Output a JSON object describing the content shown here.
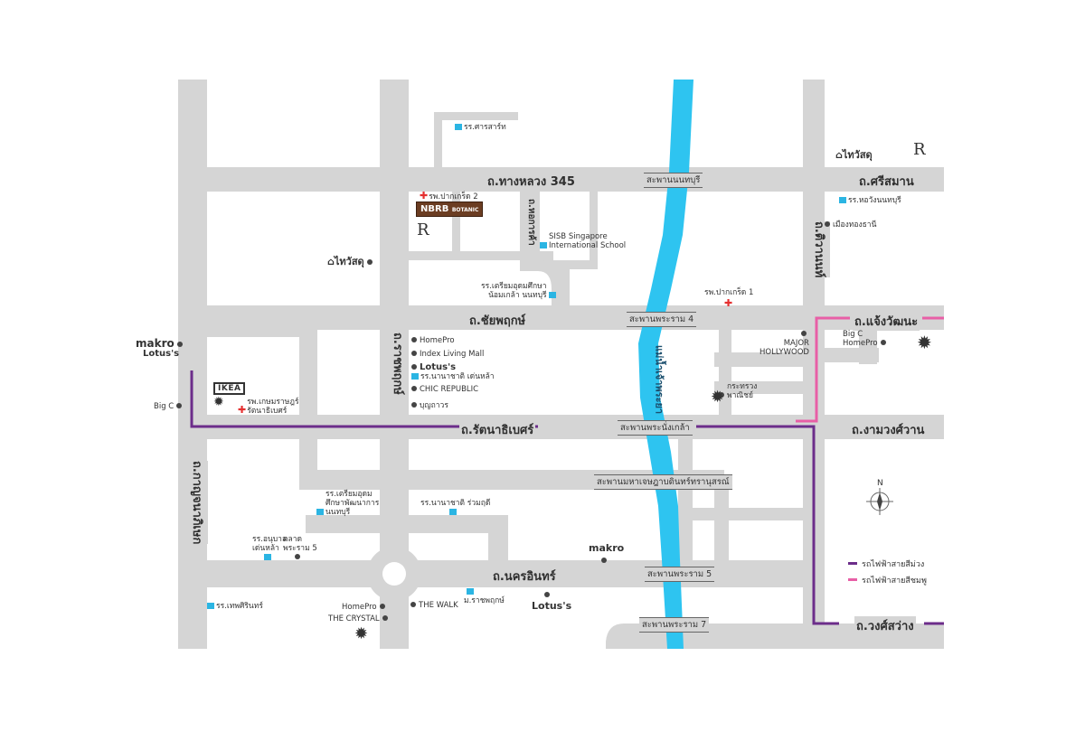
{
  "roads": {
    "highway345": "ถ.ทางหลวง 345",
    "sriman": "ถ.ศรีสมาน",
    "chaiyaphruek": "ถ.ชัยพฤกษ์",
    "chaengwattana": "ถ.แจ้งวัฒนะ",
    "rattanathibet": "ถ.รัตนาธิเบศร์",
    "ngamwongwan": "ถ.งามวงศ์วาน",
    "nakhon_in": "ถ.นครอินทร์",
    "wongsawang": "ถ.วงศ์สว่าง",
    "ratchaphruek": "ถ.ราชพฤกษ์",
    "kanchanaphisek": "ถ.กาญจนาภิเษก",
    "tiwanon": "ถ.ติวานนท์",
    "ho_kan_kha": "ถ.หอการค้า"
  },
  "river": "แม่น้ำเจ้าพระยา",
  "bridges": {
    "nonthaburi": "สะพานนนทบุรี",
    "rama4": "สะพานพระราม 4",
    "phra_nang_klao": "สะพานพระนั่งเกล้า",
    "maha_chesada": "สะพานมหาเจษฎาบดินทร์ทรานุสรณ์",
    "rama5": "สะพานพระราม 5",
    "rama7": "สะพานพระราม 7"
  },
  "places": {
    "sarasas": "รร.ศารสาร์ท",
    "pakkret2": "รพ.ปากเกร็ด 2",
    "nbrb": "NBRB",
    "nbrb_sub": "BOTANIC",
    "sisb": "SISB Singapore\nInternational School",
    "triam": "รร.เตรียมอุดมศึกษา\nน้อมเกล้า นนทบุรี",
    "thaiwatsadu": "ไทวัสดุ",
    "pakkret1": "รพ.ปากเกร็ด 1",
    "homepro1": "HomePro",
    "index": "Index Living Mall",
    "lotus1": "Lotus's",
    "nanachat": "รร.นานาชาติ เด่นหล้า",
    "chic": "CHIC REPUBLIC",
    "bunthavorn": "บุญถาวร",
    "makro1": "makro",
    "lotus2": "Lotus's",
    "bigc1": "Big C",
    "ikea": "IKEA",
    "kasemrad": "รพ.เกษมราษฎร์\nรัตนาธิเบศร์",
    "major": "MAJOR\nHOLLYWOOD",
    "bigc_homepro": "Big C\nHomePro",
    "ministry": "กระทรวง\nพาณิชย์",
    "horwang": "รร.หอวังนนทบุรี",
    "muangthong": "เมืองทองธานี",
    "triam2": "รร.เตรียมอุดม\nศึกษาพัฒนาการ\nนนทบุรี",
    "nanachat2": "รร.นานาชาติ ร่วมฤดี",
    "anuban": "รร.อนุบาล\nเด่นหล้า",
    "talad": "ตลาด\nพระราม 5",
    "makro2": "makro",
    "thepsirin": "รร.เทพศิรินทร์",
    "homepro2": "HomePro",
    "crystal": "THE CRYSTAL",
    "thewalk": "THE WALK",
    "ratchaphruek_u": "ม.ราชพฤกษ์",
    "lotus3": "Lotus's"
  },
  "compass": "N",
  "legend": {
    "purple": "รถไฟฟ้าสายสีม่วง",
    "pink": "รถไฟฟ้าสายสีชมพู"
  },
  "colors": {
    "road": "#d5d5d5",
    "river": "#2ec4f0",
    "purple_line": "#6c2d8a",
    "pink_line": "#e85fa6",
    "school": "#2bb5e3",
    "hospital": "#e53030"
  },
  "icons": {
    "school": "school-icon",
    "hospital": "hospital-icon",
    "shop": "shop-dot-icon",
    "central": "central-snowflake-icon"
  }
}
